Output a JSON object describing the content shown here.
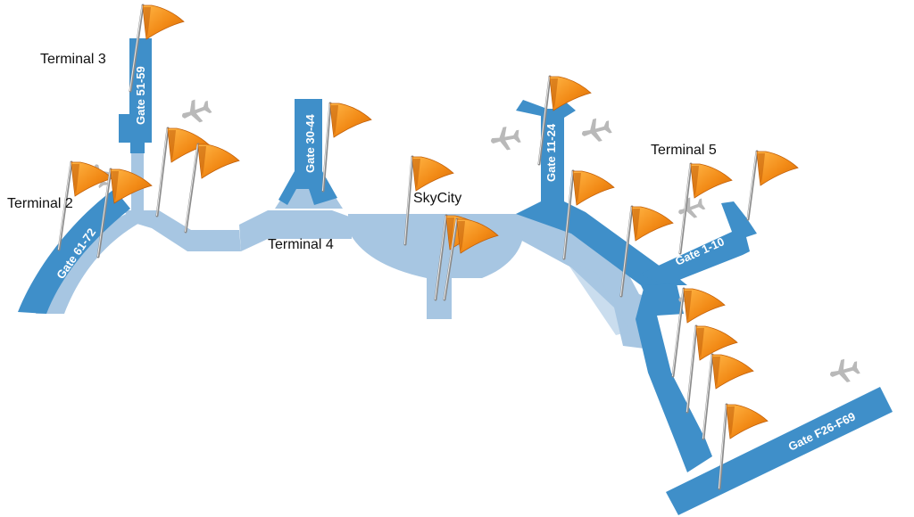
{
  "map": {
    "colors": {
      "concourse_dark": "#3f8fc9",
      "concourse_light": "#a7c6e2",
      "plane_icon": "#b9b9b9",
      "flag_orange": "#f28a16",
      "flag_shadow": "#c25f08",
      "pin_gray": "#a8a8a8"
    },
    "terminals": [
      {
        "label": "Terminal 3"
      },
      {
        "label": "Terminal 2"
      },
      {
        "label": "Terminal 4"
      },
      {
        "label": "SkyCity"
      },
      {
        "label": "Terminal 5"
      }
    ],
    "gates": [
      {
        "label": "Gate 51-59"
      },
      {
        "label": "Gate 61-72"
      },
      {
        "label": "Gate 30-44"
      },
      {
        "label": "Gate 11-24"
      },
      {
        "label": "Gate 1-10"
      },
      {
        "label": "Gate F26-F69"
      }
    ],
    "flag_icon": "orange-flag-pin-icon",
    "plane_icon": "airplane-icon"
  }
}
